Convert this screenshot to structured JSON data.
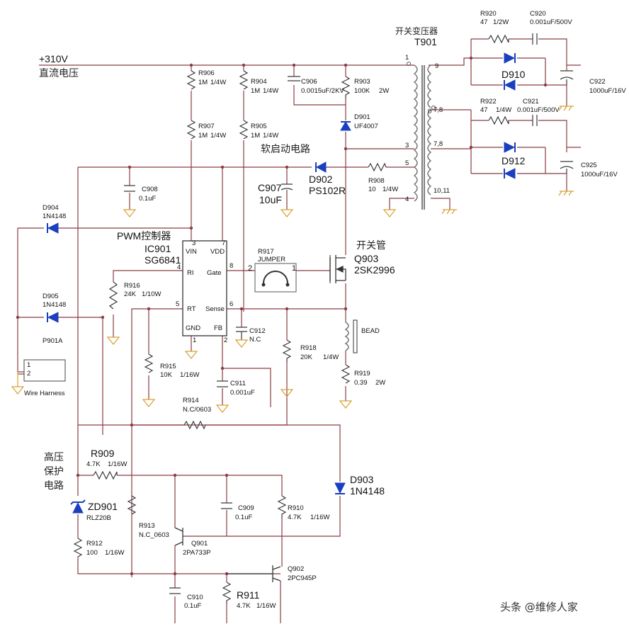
{
  "input": {
    "voltage": "+310V",
    "label": "直流电压"
  },
  "transformer": {
    "title": "开关变压器",
    "ref": "T901",
    "pins": [
      "1",
      "9",
      "0",
      "7,8",
      "3",
      "7,8",
      "5",
      "4",
      "10,11"
    ]
  },
  "pwm": {
    "title": "PWM控制器",
    "ref": "IC901",
    "part": "SG6841",
    "pins": {
      "vin": "VIN",
      "vdd": "VDD",
      "ri": "RI",
      "gate": "Gate",
      "rt": "RT",
      "sense": "Sense",
      "gnd": "GND",
      "fb": "FB"
    },
    "pin_numbers": [
      "3",
      "7",
      "4",
      "8",
      "5",
      "6",
      "1",
      "2"
    ]
  },
  "soft_start": "软启动电路",
  "switch_tube": "开关管",
  "hv_protect": [
    "高压",
    "保护",
    "电路"
  ],
  "components": {
    "R906": [
      "R906",
      "1M",
      "1/4W"
    ],
    "R907": [
      "R907",
      "1M",
      "1/4W"
    ],
    "R904": [
      "R904",
      "1M",
      "1/4W"
    ],
    "R905": [
      "R905",
      "1M",
      "1/4W"
    ],
    "C906": [
      "C906",
      "0.0015uF/2KV"
    ],
    "R903": [
      "R903",
      "100K",
      "2W"
    ],
    "D901": [
      "D901",
      "UF4007"
    ],
    "D902": [
      "D902",
      "PS102R"
    ],
    "R908": [
      "R908",
      "10",
      "1/4W"
    ],
    "C907": [
      "C907",
      "10uF"
    ],
    "C908": [
      "C908",
      "0.1uF"
    ],
    "D904": [
      "D904",
      "1N4148"
    ],
    "D905": [
      "D905",
      "1N4148"
    ],
    "P901A": [
      "P901A",
      "1",
      "2",
      "Wire Harness"
    ],
    "R916": [
      "R916",
      "24K",
      "1/10W"
    ],
    "R917": [
      "R917",
      "JUMPER"
    ],
    "Q903": [
      "Q903",
      "2SK2996"
    ],
    "C912": [
      "C912",
      "N.C"
    ],
    "BEAD": "BEAD",
    "R918": [
      "R918",
      "20K",
      "1/4W"
    ],
    "R919": [
      "R919",
      "0.39",
      "2W"
    ],
    "R915": [
      "R915",
      "10K",
      "1/16W"
    ],
    "C911": [
      "C911",
      "0.001uF"
    ],
    "R914": [
      "R914",
      "N.C/0603"
    ],
    "R909": [
      "R909",
      "4.7K",
      "1/16W"
    ],
    "D903": [
      "D903",
      "1N4148"
    ],
    "ZD901": [
      "ZD901",
      "RLZ20B"
    ],
    "R913": [
      "R913",
      "N.C_0603"
    ],
    "C909": [
      "C909",
      "0.1uF"
    ],
    "R910": [
      "R910",
      "4.7K",
      "1/16W"
    ],
    "Q901": [
      "Q901",
      "2PA733P"
    ],
    "R912": [
      "R912",
      "100",
      "1/16W"
    ],
    "Q902": [
      "Q902",
      "2PC945P"
    ],
    "C910": [
      "C910",
      "0.1uF"
    ],
    "R911": [
      "R911",
      "4.7K",
      "1/16W"
    ],
    "R920": [
      "R920",
      "47",
      "1/2W"
    ],
    "C920": [
      "C920",
      "0.001uF/500V"
    ],
    "D910": "D910",
    "C922": [
      "C922",
      "1000uF/16V"
    ],
    "R922": [
      "R922",
      "47",
      "1/4W"
    ],
    "C921": [
      "C921",
      "0.001uF/500V"
    ],
    "D912": "D912",
    "C925": [
      "C925",
      "1000uF/16V"
    ]
  },
  "watermark": "头条 @维修人家",
  "colors": {
    "wire": "#8a3c44",
    "diode": "#1a3fbf",
    "ground": "#d9a030",
    "component": "#3a3a3a"
  }
}
